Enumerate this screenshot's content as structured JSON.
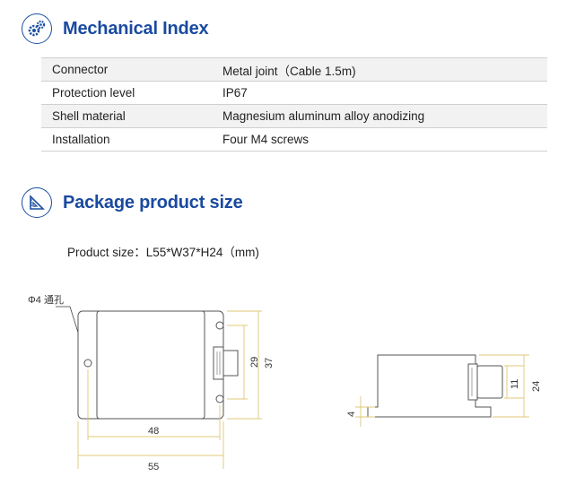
{
  "mechanical": {
    "title": "Mechanical Index",
    "icon": "gears-icon",
    "rows": [
      {
        "label": "Connector",
        "value": "Metal joint（Cable 1.5m)"
      },
      {
        "label": "Protection level",
        "value": "IP67"
      },
      {
        "label": "Shell material",
        "value": "Magnesium aluminum alloy anodizing"
      },
      {
        "label": "Installation",
        "value": "Four M4 screws"
      }
    ]
  },
  "package": {
    "title": "Package product size",
    "icon": "ruler-triangle-icon",
    "size_text": "Product size：L55*W37*H24（mm)"
  },
  "drawing": {
    "hole_label": "Φ4 通孔",
    "dim_48": "48",
    "dim_55": "55",
    "dim_29": "29",
    "dim_37": "37",
    "dim_4": "4",
    "dim_11": "11",
    "dim_24": "24",
    "dim_color": "#e0c878",
    "accent": "#1a4aa0"
  }
}
